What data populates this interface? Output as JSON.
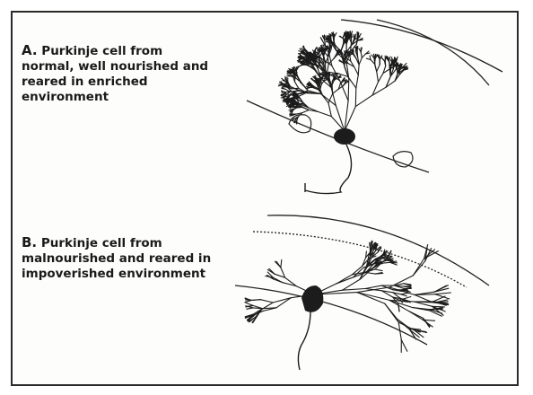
{
  "panel_a": {
    "letter": "A.",
    "caption": "Purkinje cell from normal, well nourished and reared in enriched environment"
  },
  "panel_b": {
    "letter": "B.",
    "caption": "Purkinje cell from malnourished and reared in impoverished environment"
  },
  "colors": {
    "ink": "#1c1c1c",
    "frame": "#2a2a2a",
    "paper": "#fdfdfc"
  }
}
